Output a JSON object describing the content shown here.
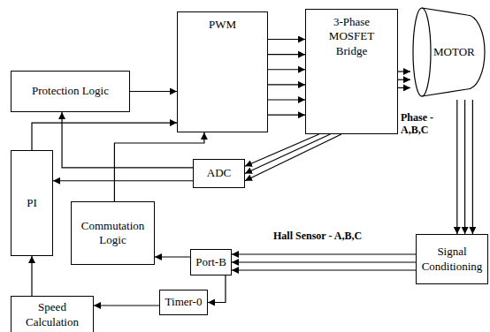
{
  "diagram": {
    "nodes": [
      {
        "text": [
          "Protection Logic"
        ]
      },
      {
        "text": [
          "PWM"
        ]
      },
      {
        "text": [
          "3-Phase MOSFET Bridge"
        ]
      },
      {
        "text": [
          "MOTOR"
        ]
      },
      {
        "text": [
          "PI"
        ]
      },
      {
        "text": [
          "ADC"
        ]
      },
      {
        "text": [
          "Commutation Logic"
        ]
      },
      {
        "text": [
          "Port-B"
        ]
      },
      {
        "text": [
          "Signal Conditioning"
        ]
      },
      {
        "text": [
          "Timer-0"
        ]
      },
      {
        "text": [
          "Speed Calculation"
        ]
      }
    ],
    "edges": [
      {
        "from": 0,
        "to": 1,
        "arrow": "to"
      },
      {
        "from": 1,
        "to": 2,
        "arrow": "to"
      },
      {
        "from": 1,
        "to": 2,
        "arrow": "to"
      },
      {
        "from": 1,
        "to": 2,
        "arrow": "to"
      },
      {
        "from": 1,
        "to": 2,
        "arrow": "to"
      },
      {
        "from": 1,
        "to": 2,
        "arrow": "to"
      },
      {
        "from": 1,
        "to": 2,
        "arrow": "to"
      },
      {
        "from": 2,
        "to": 3,
        "arrow": "to"
      },
      {
        "from": 2,
        "to": 3,
        "arrow": "to"
      },
      {
        "from": 2,
        "to": 3,
        "arrow": "to"
      },
      {
        "from": 2,
        "to": 5,
        "arrow": "to"
      },
      {
        "from": 2,
        "to": 5,
        "arrow": "to"
      },
      {
        "from": 2,
        "to": 5,
        "arrow": "to"
      },
      {
        "from": 5,
        "to": 0,
        "arrow": "to"
      },
      {
        "from": 5,
        "to": 4,
        "arrow": "to"
      },
      {
        "from": 4,
        "to": 1,
        "arrow": "to"
      },
      {
        "from": 6,
        "to": 1,
        "arrow": "to"
      },
      {
        "from": 3,
        "to": 8,
        "arrow": "to"
      },
      {
        "from": 3,
        "to": 8,
        "arrow": "to"
      },
      {
        "from": 3,
        "to": 8,
        "arrow": "to"
      },
      {
        "from": 8,
        "to": 7,
        "arrow": "to"
      },
      {
        "from": 8,
        "to": 7,
        "arrow": "to"
      },
      {
        "from": 8,
        "to": 7,
        "arrow": "to"
      },
      {
        "from": 7,
        "to": 6,
        "arrow": "to"
      },
      {
        "from": 7,
        "to": 9,
        "arrow": "to"
      },
      {
        "from": 9,
        "to": 10,
        "arrow": "to"
      },
      {
        "from": 10,
        "to": 4,
        "arrow": "to"
      }
    ],
    "labels": [
      "Phase - A,B,C",
      "Hall Sensor - A,B,C"
    ]
  }
}
